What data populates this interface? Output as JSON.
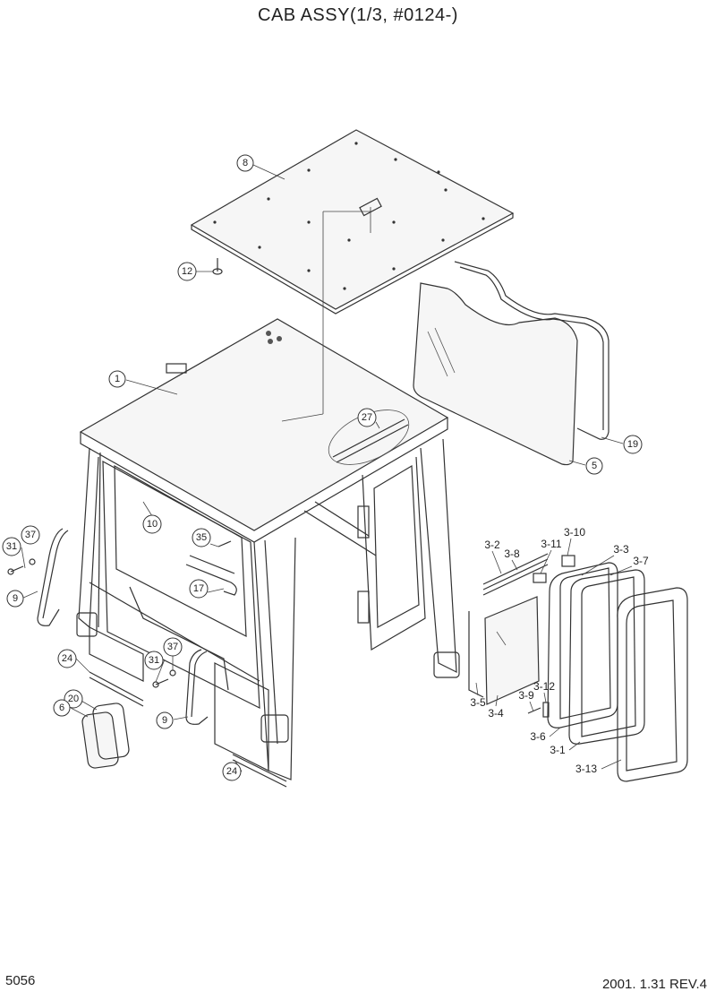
{
  "title": "CAB ASSY(1/3, #0124-)",
  "page_number": "5056",
  "revision": "2001. 1.31 REV.4",
  "callouts": [
    {
      "id": "8"
    },
    {
      "id": "12"
    },
    {
      "id": "1"
    },
    {
      "id": "27"
    },
    {
      "id": "19"
    },
    {
      "id": "5"
    },
    {
      "id": "10"
    },
    {
      "id": "35"
    },
    {
      "id": "17"
    },
    {
      "id": "31"
    },
    {
      "id": "37"
    },
    {
      "id": "9"
    },
    {
      "id": "24"
    },
    {
      "id": "37"
    },
    {
      "id": "31"
    },
    {
      "id": "20"
    },
    {
      "id": "6"
    },
    {
      "id": "9"
    },
    {
      "id": "24"
    },
    {
      "id": "3-2"
    },
    {
      "id": "3-8"
    },
    {
      "id": "3-11"
    },
    {
      "id": "3-10"
    },
    {
      "id": "3-3"
    },
    {
      "id": "3-7"
    },
    {
      "id": "3-12"
    },
    {
      "id": "3-9"
    },
    {
      "id": "3-5"
    },
    {
      "id": "3-4"
    },
    {
      "id": "3-6"
    },
    {
      "id": "3-1"
    },
    {
      "id": "3-13"
    }
  ]
}
